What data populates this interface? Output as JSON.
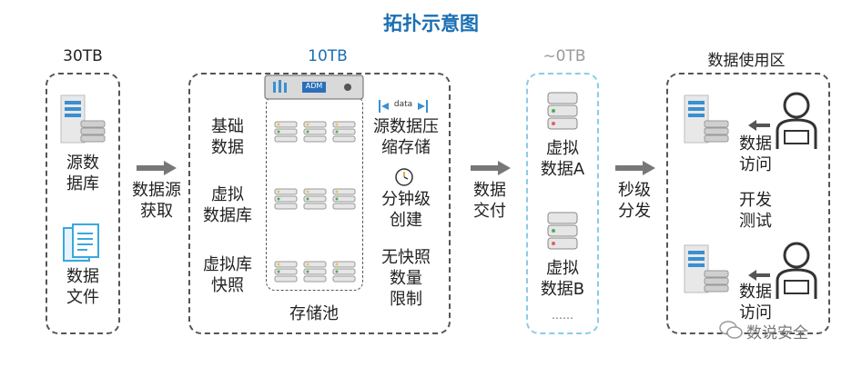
{
  "title": "拓扑示意图",
  "columns": {
    "source": {
      "capacity": "30TB",
      "items": [
        "源数\n据库",
        "数据\n文件"
      ]
    },
    "pool": {
      "capacity": "10TB",
      "device_label": "ADM",
      "left_items": [
        "基础\n数据",
        "虚拟\n数据库",
        "虚拟库\n快照"
      ],
      "right_items": [
        "源数据压\n缩存储",
        "分钟级\n创建",
        "无快照\n数量\n限制"
      ],
      "data_tag": "data",
      "footer": "存储池"
    },
    "virtual": {
      "capacity": "~0TB",
      "items": [
        "虚拟\n数据A",
        "虚拟\n数据B"
      ],
      "ellipsis": "……"
    },
    "usage": {
      "capacity": "数据使用区",
      "access_1": "数据\n访问",
      "middle": "开发\n测试",
      "access_2": "数据\n访问"
    }
  },
  "arrows": {
    "a1": "数据源\n获取",
    "a2": "数据\n交付",
    "a3": "秒级\n分发"
  },
  "watermark": "数说安全",
  "colors": {
    "title": "#1a6fb3",
    "blue_text": "#1a6fb3",
    "gray_cap": "#999999",
    "dash": "#555555",
    "dash_blue": "#8ccbe8"
  }
}
